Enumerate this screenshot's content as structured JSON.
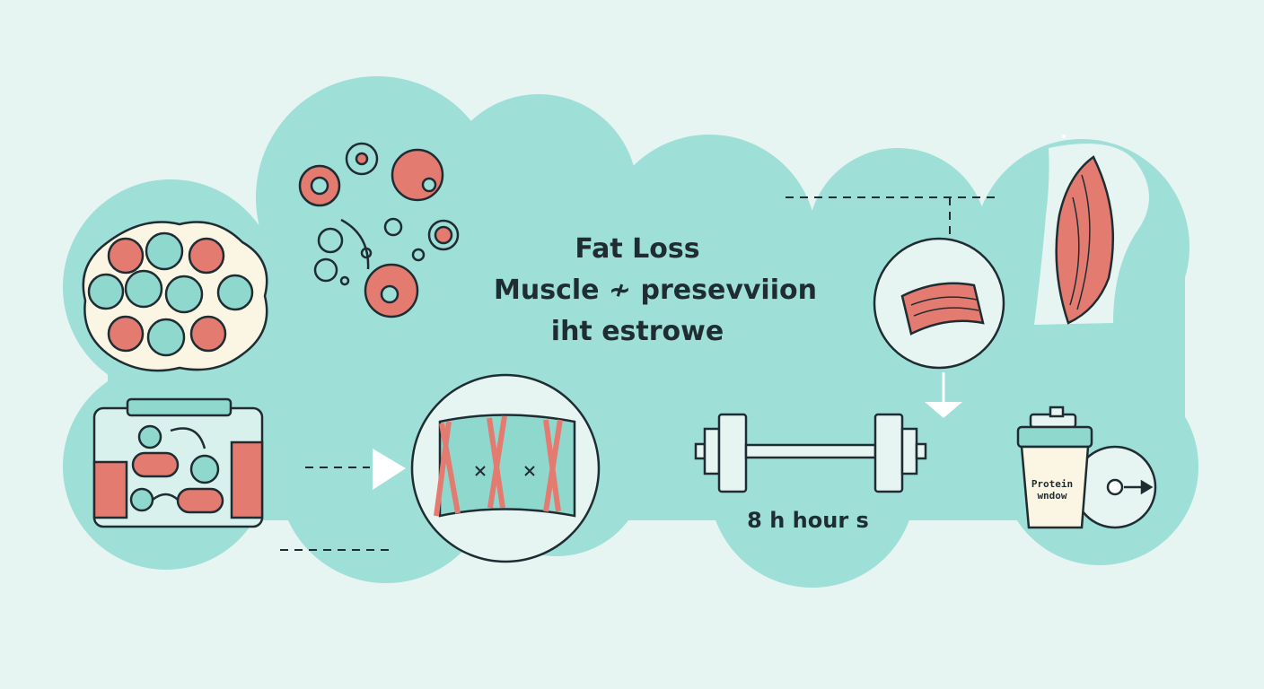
{
  "diagram": {
    "title_lines": [
      "Fat Loss",
      "Muscle ≁ presevviion",
      "iht estrowe"
    ],
    "timer_label": "8 h hour s",
    "shaker_label": [
      "Protein",
      "wndow"
    ]
  },
  "colors": {
    "background": "#e6f4f2",
    "cloud": "#9edfd7",
    "accent_red": "#e47b70",
    "accent_teal": "#8fd8ce",
    "cream": "#fbf5e3",
    "ink": "#1f2d33"
  }
}
